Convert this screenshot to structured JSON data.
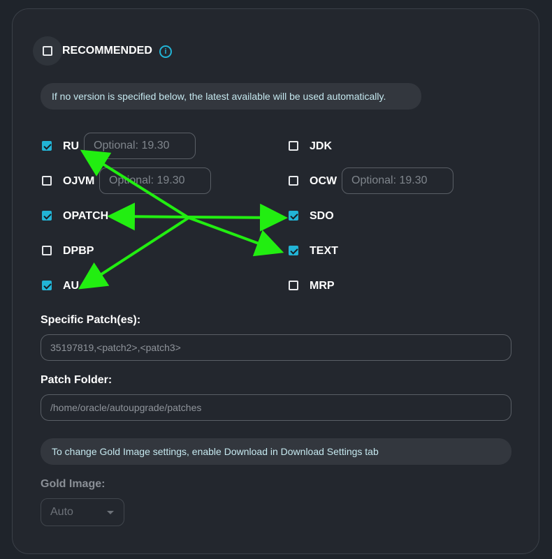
{
  "recommended": {
    "label": "RECOMMENDED",
    "checked": false,
    "info_icon": "info-icon"
  },
  "version_note": "If no version is specified below, the latest available will be used automatically.",
  "components": {
    "ru": {
      "label": "RU",
      "checked": true,
      "placeholder": "Optional: 19.30"
    },
    "ojvm": {
      "label": "OJVM",
      "checked": false,
      "placeholder": "Optional: 19.30"
    },
    "opatch": {
      "label": "OPATCH",
      "checked": true
    },
    "dpbp": {
      "label": "DPBP",
      "checked": false
    },
    "au": {
      "label": "AU",
      "checked": true
    },
    "jdk": {
      "label": "JDK",
      "checked": false
    },
    "ocw": {
      "label": "OCW",
      "checked": false,
      "placeholder": "Optional: 19.30"
    },
    "sdo": {
      "label": "SDO",
      "checked": true
    },
    "text": {
      "label": "TEXT",
      "checked": true
    },
    "mrp": {
      "label": "MRP",
      "checked": false
    }
  },
  "patches": {
    "label": "Specific Patch(es):",
    "placeholder": "35197819,<patch2>,<patch3>"
  },
  "patch_folder": {
    "label": "Patch Folder:",
    "placeholder": "/home/oracle/autoupgrade/patches"
  },
  "gold_note": "To change Gold Image settings, enable Download in Download Settings tab",
  "gold_image": {
    "label": "Gold Image:",
    "value": "Auto"
  },
  "colors": {
    "accent": "#22b4d6",
    "annotation_arrow": "#22ee11",
    "panel": "#23272e"
  }
}
